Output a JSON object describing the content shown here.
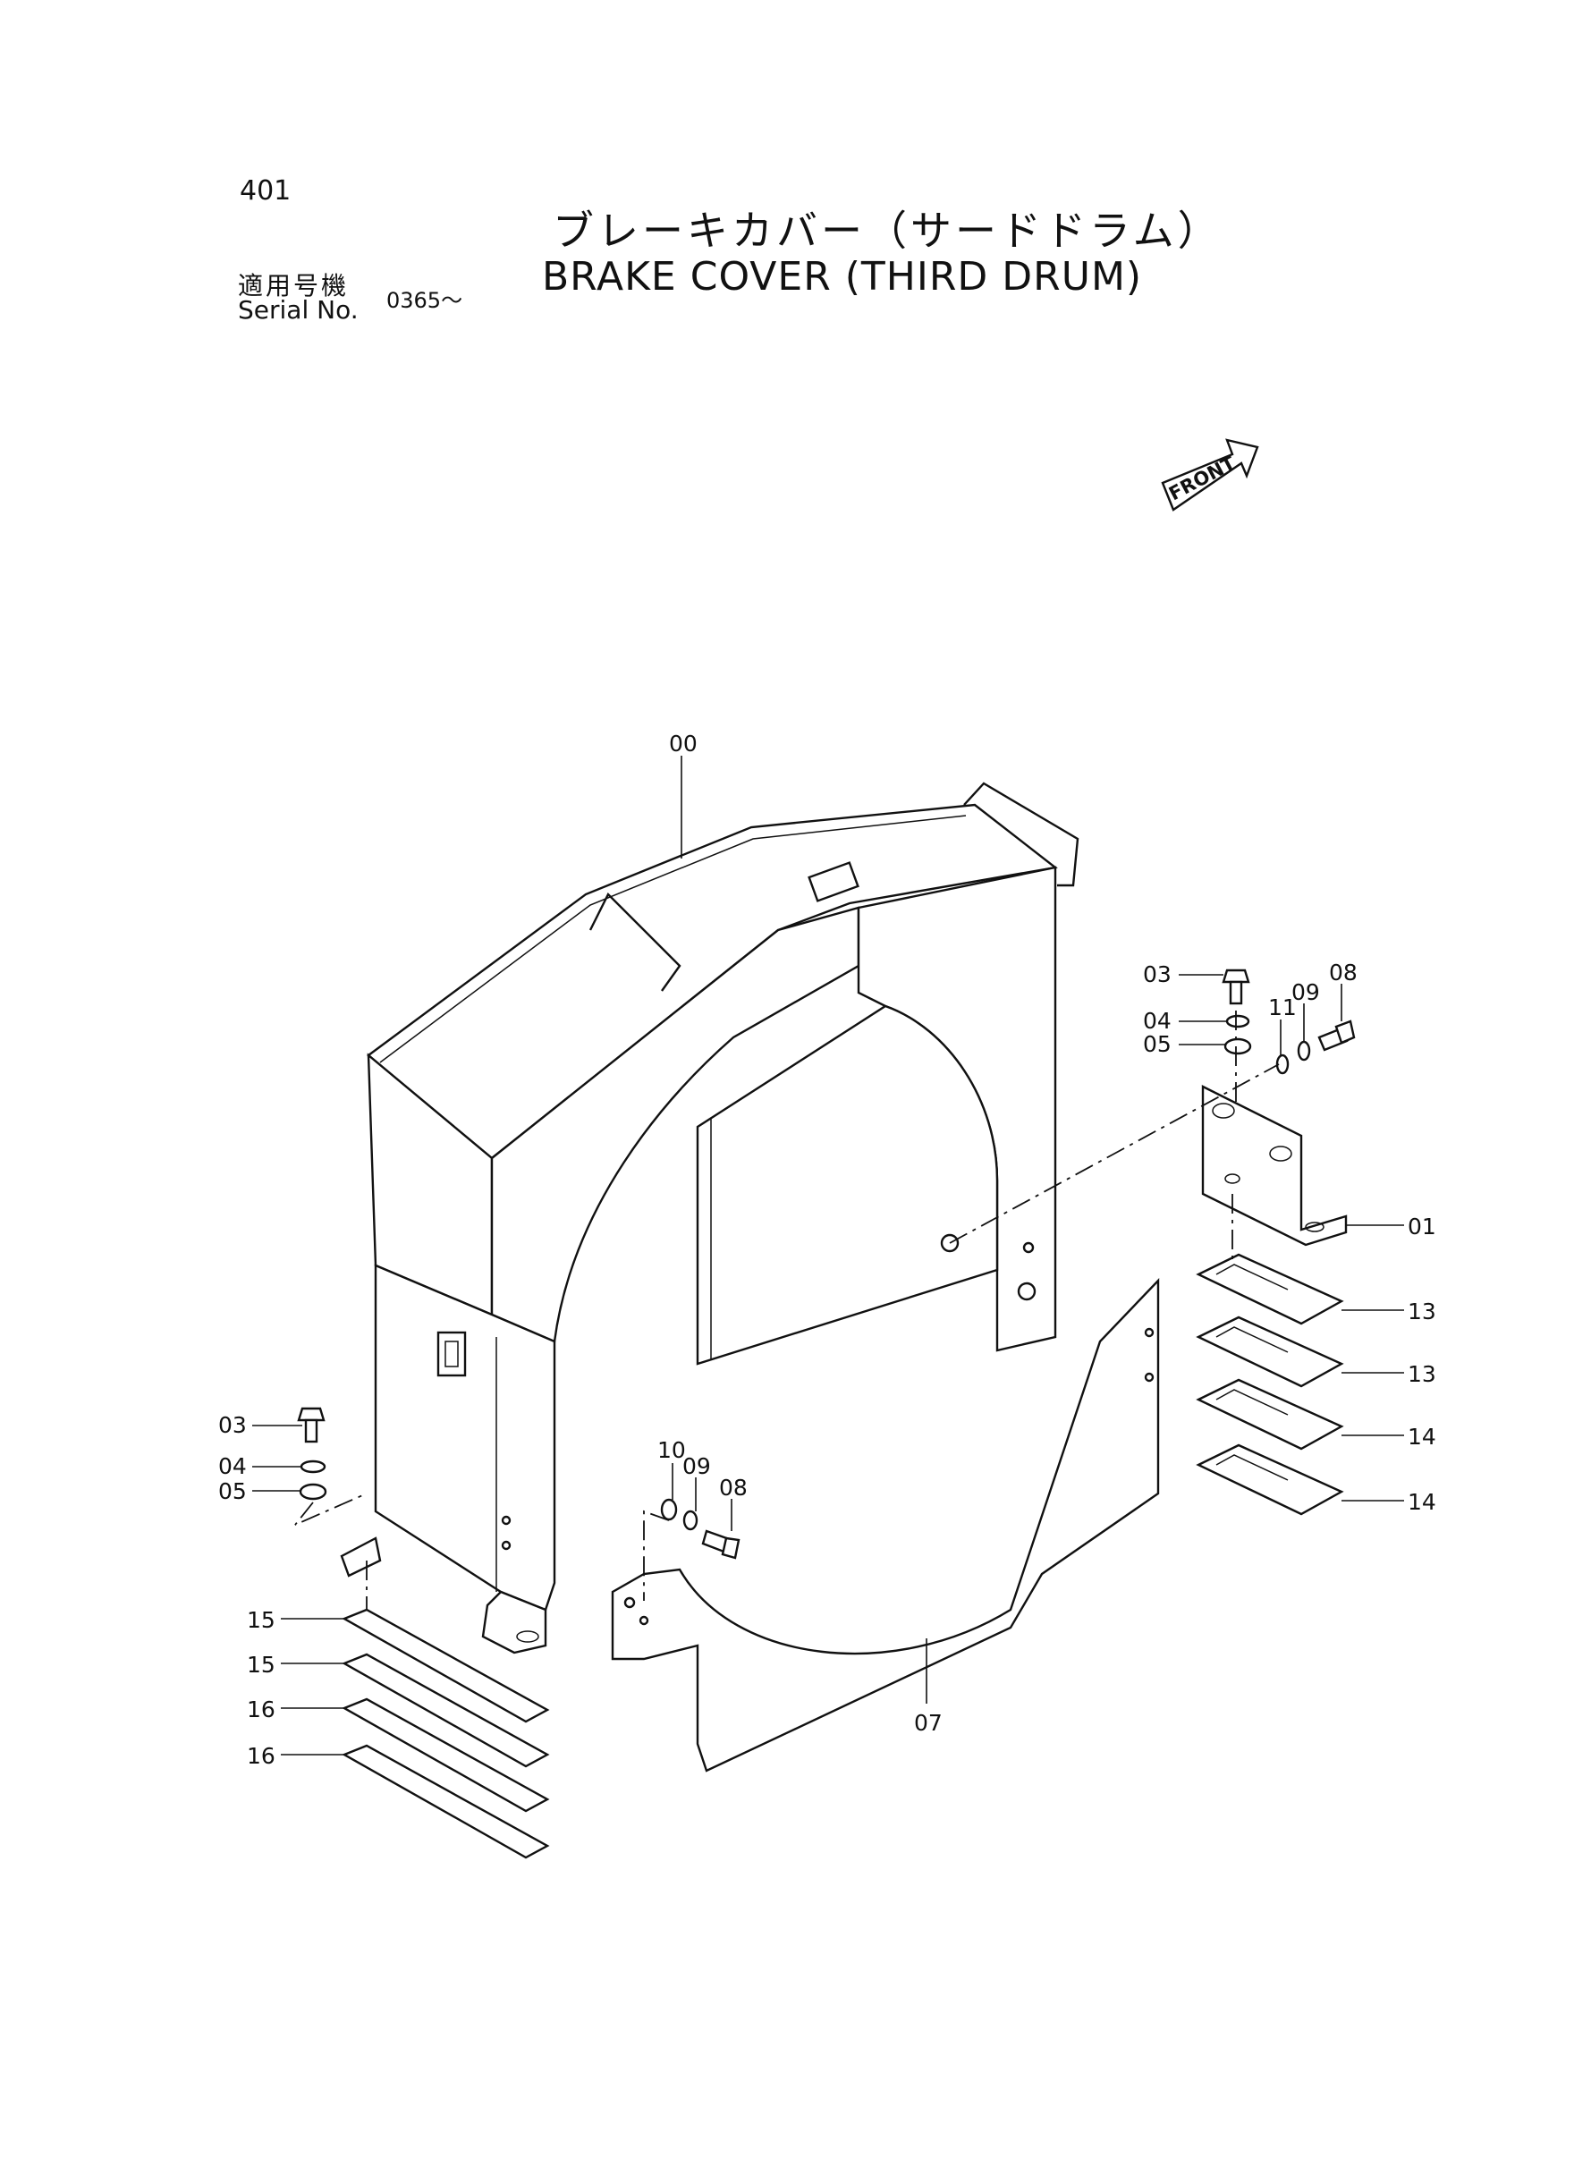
{
  "header": {
    "page_number": "401",
    "title_jp": "ブレーキカバー（サードドラム）",
    "title_en": "BRAKE COVER (THIRD DRUM)",
    "serial_label_jp": "適用号機",
    "serial_label_en": "Serial No.",
    "serial_value": "0365～"
  },
  "front_indicator": "FRONT",
  "callouts": {
    "c00": "00",
    "c01": "01",
    "c03a": "03",
    "c04a": "04",
    "c05a": "05",
    "c11": "11",
    "c09a": "09",
    "c08a": "08",
    "c13a": "13",
    "c13b": "13",
    "c14a": "14",
    "c14b": "14",
    "c03b": "03",
    "c04b": "04",
    "c05b": "05",
    "c10": "10",
    "c09b": "09",
    "c08b": "08",
    "c07": "07",
    "c15a": "15",
    "c15b": "15",
    "c16a": "16",
    "c16b": "16"
  }
}
